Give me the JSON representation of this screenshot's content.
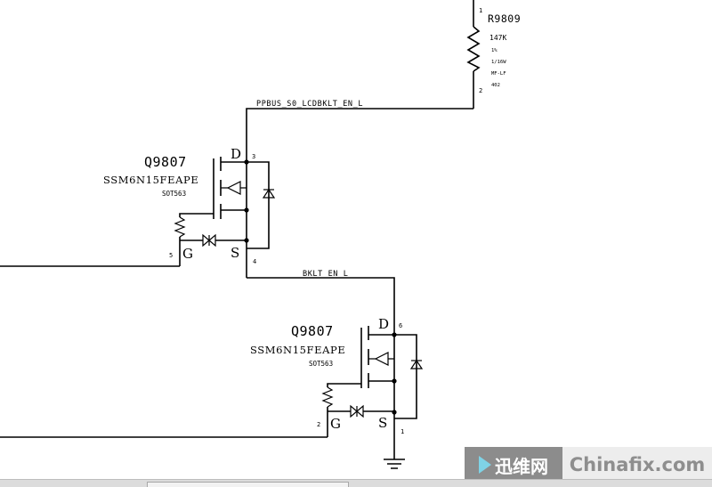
{
  "resistor": {
    "ref": "R9809",
    "value": "147K",
    "tolerance": "1%",
    "power": "1/16W",
    "type": "MF-LF",
    "package": "402",
    "pin_top": "1",
    "pin_bottom": "2"
  },
  "nets": {
    "net1": "PPBUS_S0_LCDBKLT_EN_L",
    "net2": "BKLT_EN_L"
  },
  "q1": {
    "ref": "Q9807",
    "part": "SSM6N15FEAPE",
    "package": "SOT563",
    "drain_label": "D",
    "source_label": "S",
    "gate_label": "G",
    "drain_pin": "3",
    "source_pin": "4",
    "gate_pin": "5"
  },
  "q2": {
    "ref": "Q9807",
    "part": "SSM6N15FEAPE",
    "package": "SOT563",
    "drain_label": "D",
    "source_label": "S",
    "gate_label": "G",
    "drain_pin": "6",
    "source_pin": "1",
    "gate_pin": "2"
  },
  "watermark": {
    "brand": "迅维网",
    "site": "Chinafix.com",
    "icon": "arrow-logo-icon"
  }
}
